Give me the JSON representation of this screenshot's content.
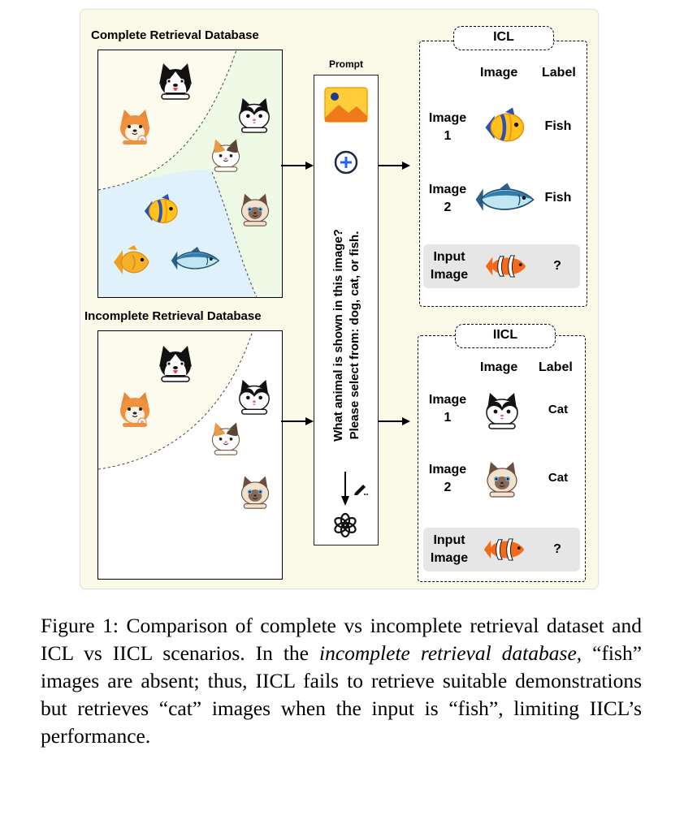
{
  "complete_db": {
    "title": "Complete Retrieval Database"
  },
  "incomplete_db": {
    "title": "Incomplete Retrieval Database"
  },
  "prompt": {
    "title": "Prompt",
    "question": "What animal is shown in this image?",
    "instruction": "Please select from: dog, cat, or fish."
  },
  "icl": {
    "tag": "ICL",
    "col_image": "Image",
    "col_label": "Label",
    "rows": [
      {
        "name_line1": "Image",
        "name_line2": "1",
        "label": "Fish"
      },
      {
        "name_line1": "Image",
        "name_line2": "2",
        "label": "Fish"
      }
    ],
    "input": {
      "line1": "Input",
      "line2": "Image",
      "label": "?"
    }
  },
  "iicl": {
    "tag": "IICL",
    "col_image": "Image",
    "col_label": "Label",
    "rows": [
      {
        "name_line1": "Image",
        "name_line2": "1",
        "label": "Cat"
      },
      {
        "name_line1": "Image",
        "name_line2": "2",
        "label": "Cat"
      }
    ],
    "input": {
      "line1": "Input",
      "line2": "Image",
      "label": "?"
    }
  },
  "caption": {
    "prefix": "Figure 1: Comparison of complete vs incomplete retrieval dataset and ICL vs IICL scenarios. In the ",
    "emph": "incomplete retrieval database",
    "suffix": ", “fish” images are absent; thus, IICL fails to retrieve suitable demonstrations but retrieves “cat” images when the input is “fish”, limiting IICL’s performance."
  },
  "colors": {
    "panel_bg": "#fbf9e8",
    "green_region": "#eef9e6",
    "blue_region": "#dff1fa",
    "cream_region": "#fcfbee",
    "input_row_bg": "#e6e6e6"
  }
}
